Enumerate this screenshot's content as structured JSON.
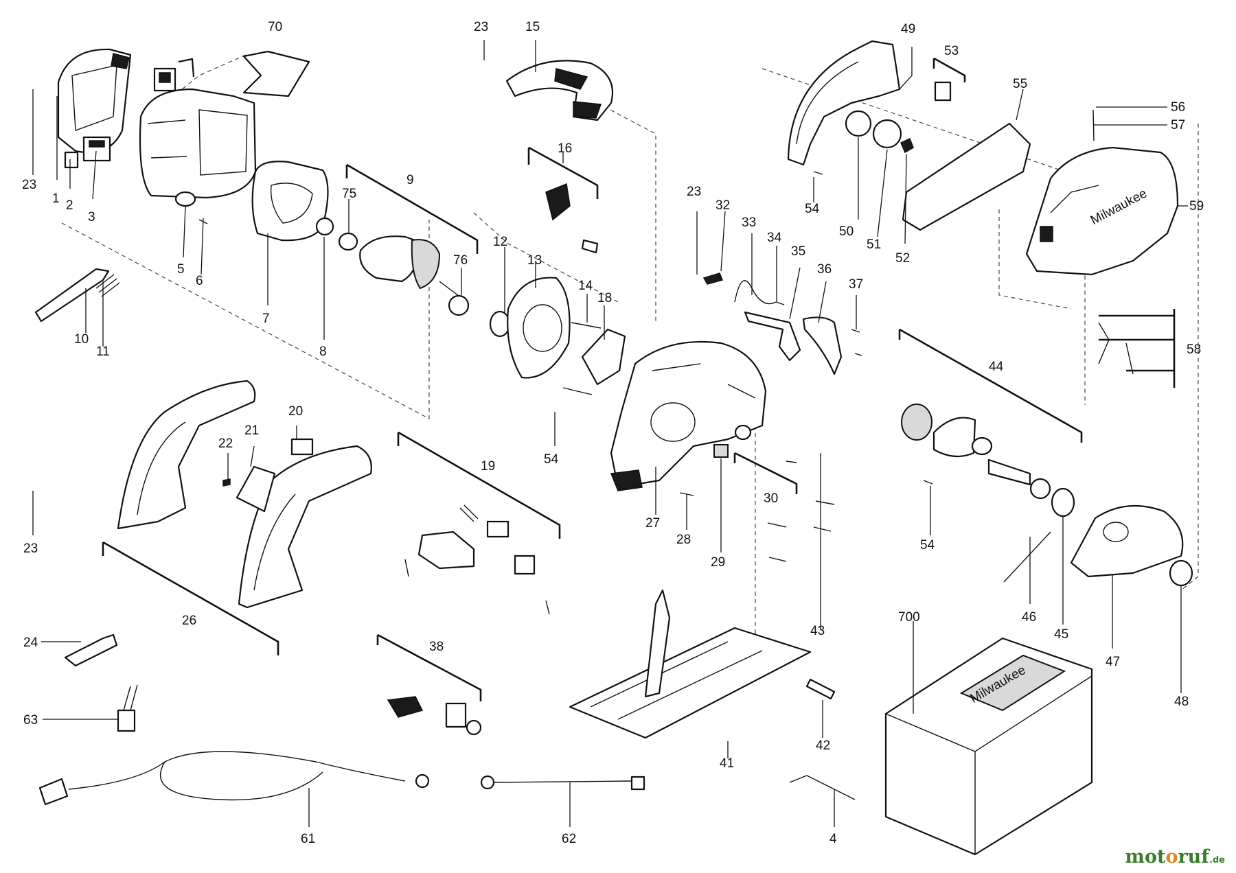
{
  "callouts": [
    {
      "id": "c70",
      "label": "70"
    },
    {
      "id": "c23a",
      "label": "23"
    },
    {
      "id": "c15",
      "label": "15"
    },
    {
      "id": "c49",
      "label": "49"
    },
    {
      "id": "c53",
      "label": "53"
    },
    {
      "id": "c55",
      "label": "55"
    },
    {
      "id": "c56",
      "label": "56"
    },
    {
      "id": "c57",
      "label": "57"
    },
    {
      "id": "c23b",
      "label": "23"
    },
    {
      "id": "c1",
      "label": "1"
    },
    {
      "id": "c2",
      "label": "2"
    },
    {
      "id": "c3",
      "label": "3"
    },
    {
      "id": "c5",
      "label": "5"
    },
    {
      "id": "c6",
      "label": "6"
    },
    {
      "id": "c7",
      "label": "7"
    },
    {
      "id": "c8",
      "label": "8"
    },
    {
      "id": "c9",
      "label": "9"
    },
    {
      "id": "c75",
      "label": "75"
    },
    {
      "id": "c76",
      "label": "76"
    },
    {
      "id": "c16",
      "label": "16"
    },
    {
      "id": "c12",
      "label": "12"
    },
    {
      "id": "c13",
      "label": "13"
    },
    {
      "id": "c14",
      "label": "14"
    },
    {
      "id": "c18",
      "label": "18"
    },
    {
      "id": "c23c",
      "label": "23"
    },
    {
      "id": "c32",
      "label": "32"
    },
    {
      "id": "c33",
      "label": "33"
    },
    {
      "id": "c34",
      "label": "34"
    },
    {
      "id": "c35",
      "label": "35"
    },
    {
      "id": "c36",
      "label": "36"
    },
    {
      "id": "c37",
      "label": "37"
    },
    {
      "id": "c54a",
      "label": "54"
    },
    {
      "id": "c50",
      "label": "50"
    },
    {
      "id": "c51",
      "label": "51"
    },
    {
      "id": "c52",
      "label": "52"
    },
    {
      "id": "c59",
      "label": "59"
    },
    {
      "id": "c58",
      "label": "58"
    },
    {
      "id": "c10",
      "label": "10"
    },
    {
      "id": "c11",
      "label": "11"
    },
    {
      "id": "c44",
      "label": "44"
    },
    {
      "id": "c20",
      "label": "20"
    },
    {
      "id": "c21",
      "label": "21"
    },
    {
      "id": "c22",
      "label": "22"
    },
    {
      "id": "c54b",
      "label": "54"
    },
    {
      "id": "c19",
      "label": "19"
    },
    {
      "id": "c27",
      "label": "27"
    },
    {
      "id": "c28",
      "label": "28"
    },
    {
      "id": "c29",
      "label": "29"
    },
    {
      "id": "c30",
      "label": "30"
    },
    {
      "id": "c54c",
      "label": "54"
    },
    {
      "id": "c23d",
      "label": "23"
    },
    {
      "id": "c46",
      "label": "46"
    },
    {
      "id": "c45",
      "label": "45"
    },
    {
      "id": "c47",
      "label": "47"
    },
    {
      "id": "c43",
      "label": "43"
    },
    {
      "id": "c26",
      "label": "26"
    },
    {
      "id": "c700",
      "label": "700"
    },
    {
      "id": "c24",
      "label": "24"
    },
    {
      "id": "c38",
      "label": "38"
    },
    {
      "id": "c48",
      "label": "48"
    },
    {
      "id": "c63",
      "label": "63"
    },
    {
      "id": "c41",
      "label": "41"
    },
    {
      "id": "c42",
      "label": "42"
    },
    {
      "id": "c61",
      "label": "61"
    },
    {
      "id": "c62",
      "label": "62"
    },
    {
      "id": "c4",
      "label": "4"
    }
  ],
  "brand_marks": {
    "guard_logo": "Milwaukee",
    "case_logo": "Milwaukee"
  },
  "watermark": {
    "part1": "mot",
    "part2": "o",
    "part3": "ruf",
    "tld": ".de"
  },
  "colors": {
    "line": "#111111",
    "watermark_green": "#3a7d2a",
    "watermark_orange": "#e0851c"
  }
}
